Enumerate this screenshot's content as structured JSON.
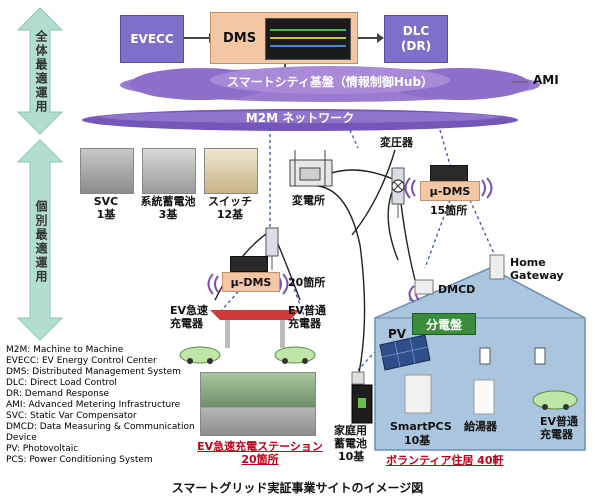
{
  "side_labels": {
    "upper": "全体最適運用",
    "lower": "個別最適運用"
  },
  "top_systems": {
    "evecc": "EVECC",
    "dms": "DMS",
    "dlc_line1": "DLC",
    "dlc_line2": "(DR)"
  },
  "hub_label": "スマートシティ基盤（情報制御Hub）",
  "ami_label": "AMI",
  "m2m_label": "M2M ネットワーク",
  "field": {
    "svc_name": "SVC",
    "svc_count": "1基",
    "battery_name": "系統蓄電池",
    "battery_count": "3基",
    "switch_name": "スイッチ",
    "switch_count": "12基",
    "substation": "変電所",
    "transformer": "変圧器",
    "mdms_label": "μ-DMS",
    "mdms_right_count": "15箇所",
    "mdms_left_count": "20箇所",
    "home_gateway_line1": "Home",
    "home_gateway_line2": "Gateway",
    "dmcd": "DMCD",
    "distribution_board": "分電盤",
    "pv": "PV",
    "ev_quick_line1": "EV急速",
    "ev_quick_line2": "充電器",
    "ev_normal_line1": "EV普通",
    "ev_normal_line2": "充電器",
    "ev_station_line1": "EV急速充電ステーション",
    "ev_station_line2": "20箇所",
    "home_battery_line1": "家庭用",
    "home_battery_line2": "蓄電池",
    "home_battery_line3": "10基",
    "smartpcs_line1": "SmartPCS",
    "smartpcs_line2": "10基",
    "water_heater": "給湯器",
    "ev_home_line1": "EV普通",
    "ev_home_line2": "充電器",
    "volunteer": "ボランティア住居 40軒"
  },
  "legend": [
    "M2M: Machine to Machine",
    "EVECC: EV Energy Control Center",
    "DMS: Distributed Management System",
    "DLC: Direct Load Control",
    "DR: Demand Response",
    "AMI: Advanced Metering Infrastructure",
    "SVC: Static Var Compensator",
    "DMCD: Data Measuring & Communication",
    "Device",
    "PV: Photovoltaic",
    "PCS: Power Conditioning System"
  ],
  "caption": "スマートグリッド実証事業サイトのイメージ図",
  "colors": {
    "system_box": "#7e70c8",
    "dms_box": "#f4c7a5",
    "hub_cloud": "#8d6cc7",
    "m2m_band": "#7b5fbf",
    "side_arrow": "#a9d9c6",
    "house": "#a8c4dc",
    "red_text": "#c0001a"
  }
}
